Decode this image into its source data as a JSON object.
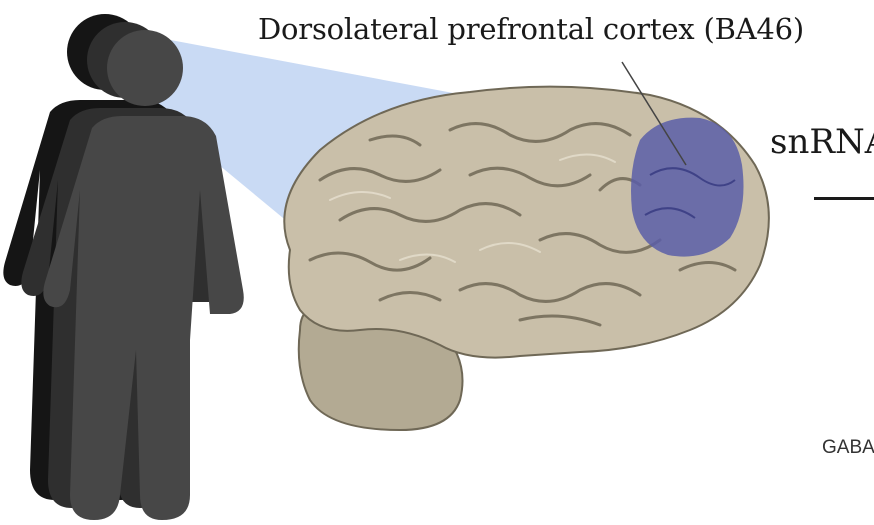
{
  "labels": {
    "region": "Dorsolateral prefrontal cortex (BA46)",
    "snrna": "snRNA",
    "gaba": "GABA"
  },
  "colors": {
    "person_front": "#474747",
    "person_mid": "#2f2f2f",
    "person_back": "#151515",
    "projection_beam": "#c6d8f3",
    "brain_base": "#c9bfa9",
    "brain_sulci": "#7d7562",
    "brain_highlight": "#e3dccb",
    "dlpfc_region": "#5a5ea8",
    "cerebellum": "#b3aa93"
  },
  "icons": [
    "person-silhouette",
    "brain-illustration"
  ]
}
